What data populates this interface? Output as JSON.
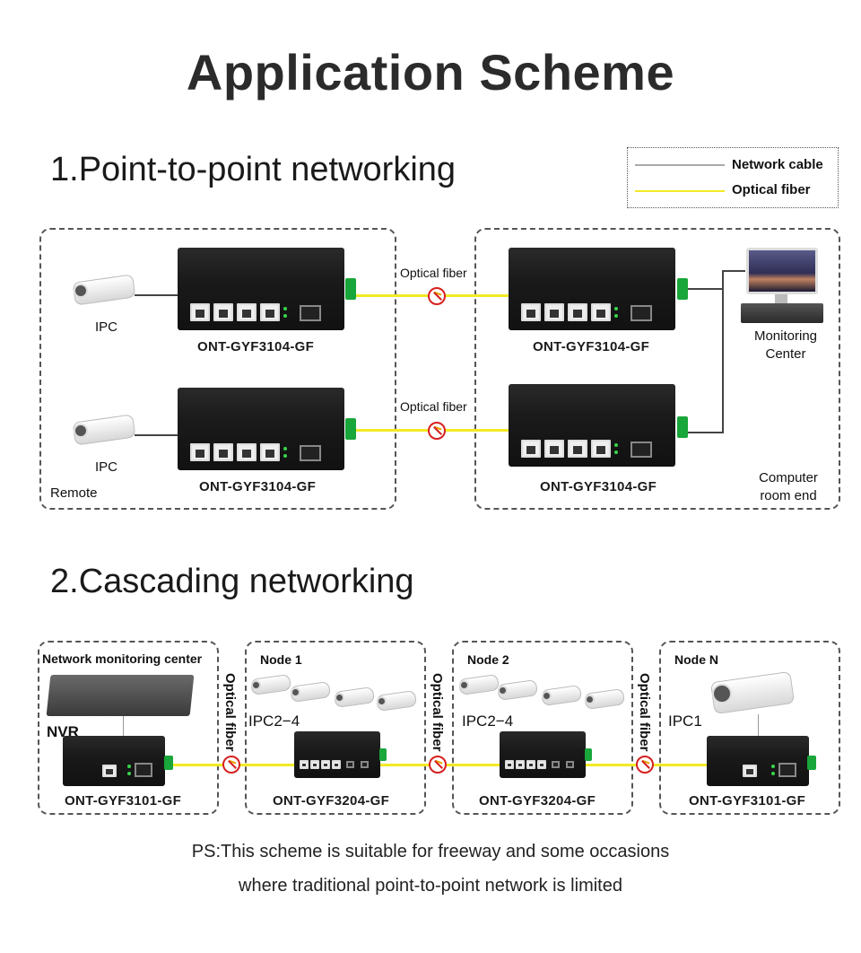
{
  "title": "Application Scheme",
  "legend": {
    "items": [
      {
        "label": "Network cable",
        "color": "#aaaaaa"
      },
      {
        "label": "Optical fiber",
        "color": "#f2ea25"
      }
    ]
  },
  "section1": {
    "title": "1.Point-to-point networking",
    "remote_group_label": "Remote",
    "computer_room_label_line1": "Computer",
    "computer_room_label_line2": "room end",
    "monitoring_center_line1": "Monitoring",
    "monitoring_center_line2": "Center",
    "rows": [
      {
        "camera_label": "IPC",
        "left_model": "ONT-GYF3104-GF",
        "link_label": "Optical fiber",
        "right_model": "ONT-GYF3104-GF"
      },
      {
        "camera_label": "IPC",
        "left_model": "ONT-GYF3104-GF",
        "link_label": "Optical fiber",
        "right_model": "ONT-GYF3104-GF"
      }
    ]
  },
  "section2": {
    "title": "2.Cascading networking",
    "link_label": "Optical fiber",
    "nodes": [
      {
        "title": "Network monitoring center",
        "device_label": "NVR",
        "model": "ONT-GYF3101-GF"
      },
      {
        "title": "Node 1",
        "camera_label": "IPC2−4",
        "model": "ONT-GYF3204-GF"
      },
      {
        "title": "Node 2",
        "camera_label": "IPC2−4",
        "model": "ONT-GYF3204-GF"
      },
      {
        "title": "Node N",
        "camera_label": "IPC1",
        "model": "ONT-GYF3101-GF"
      }
    ]
  },
  "note": {
    "line1": "PS:This scheme is suitable for freeway and some occasions",
    "line2": "where traditional point-to-point network is limited"
  },
  "colors": {
    "fiber": "#f2ea25",
    "cable": "#444444",
    "warning": "#d62020",
    "terminal": "#19a63a"
  }
}
